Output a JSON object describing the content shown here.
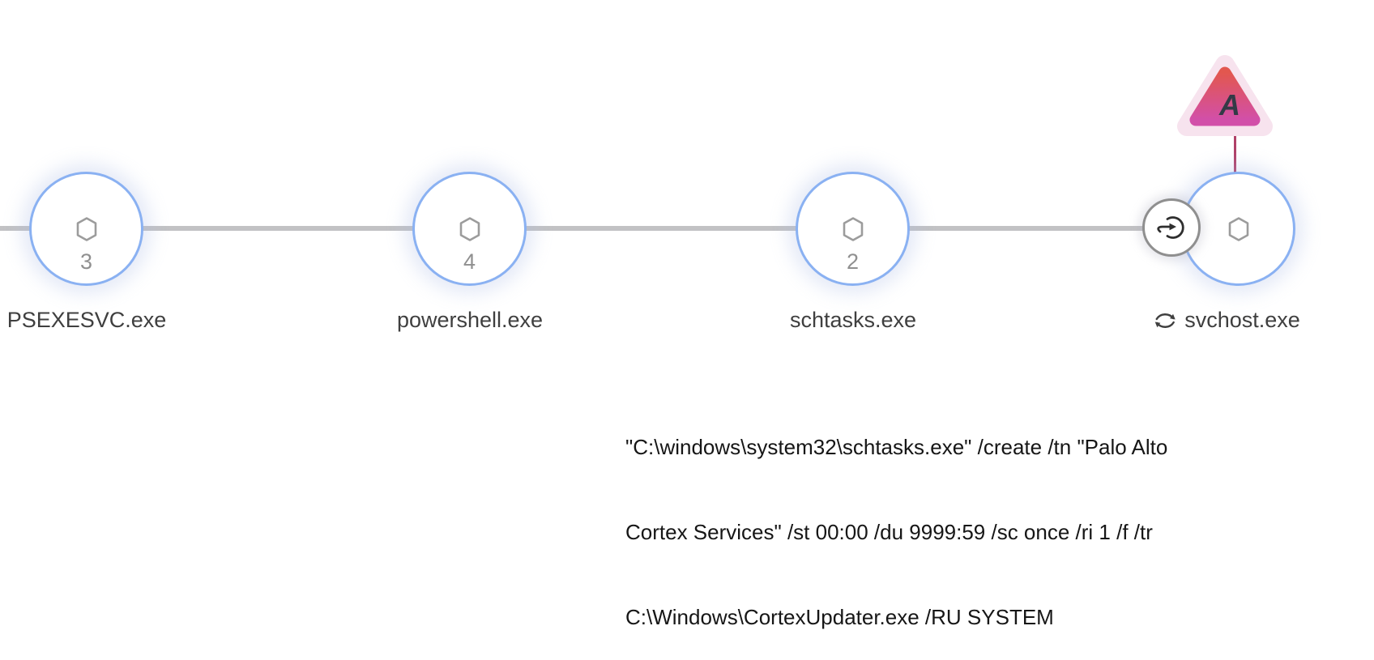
{
  "chain": {
    "nodes": [
      {
        "label": "PSEXESVC.exe",
        "count": "3"
      },
      {
        "label": "powershell.exe",
        "count": "4"
      },
      {
        "label": "schtasks.exe",
        "count": "2"
      },
      {
        "label": "svchost.exe",
        "count": ""
      }
    ],
    "alert_badge": {
      "letter": "A"
    },
    "icons": {
      "process": "hexagon-icon",
      "injection": "arrow-into-circle-icon",
      "svchost_label": "sync-arrows-icon",
      "alert": "alert-triangle-icon"
    }
  },
  "command_tooltip": {
    "lines": [
      "\"C:\\windows\\system32\\schtasks.exe\" /create /tn \"Palo Alto",
      "Cortex Services\" /st 00:00 /du 9999:59 /sc once /ri 1 /f /tr",
      "C:\\Windows\\CortexUpdater.exe /RU SYSTEM"
    ]
  },
  "colors": {
    "node_border": "#8ab1f2",
    "connector": "#c2c2c4",
    "alert_gradient_top": "#e2574f",
    "alert_gradient_bottom": "#d24fa9",
    "alert_halo": "#f7e3ee",
    "alert_stem": "#b04068",
    "label_text": "#3f3f3f",
    "count_text": "#909090"
  }
}
